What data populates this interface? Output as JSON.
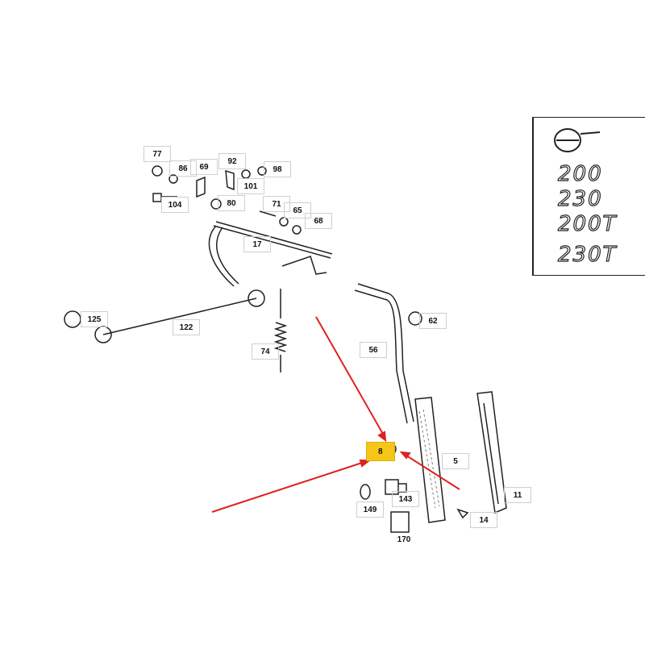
{
  "parts": [
    {
      "id": "77",
      "label": "77"
    },
    {
      "id": "86",
      "label": "86"
    },
    {
      "id": "69",
      "label": "69"
    },
    {
      "id": "92",
      "label": "92"
    },
    {
      "id": "98",
      "label": "98"
    },
    {
      "id": "101",
      "label": "101"
    },
    {
      "id": "104",
      "label": "104"
    },
    {
      "id": "80",
      "label": "80"
    },
    {
      "id": "71",
      "label": "71"
    },
    {
      "id": "65",
      "label": "65"
    },
    {
      "id": "68",
      "label": "68"
    },
    {
      "id": "17",
      "label": "17"
    },
    {
      "id": "125",
      "label": "125"
    },
    {
      "id": "122",
      "label": "122"
    },
    {
      "id": "74",
      "label": "74"
    },
    {
      "id": "56",
      "label": "56"
    },
    {
      "id": "62",
      "label": "62"
    },
    {
      "id": "8",
      "label": "8"
    },
    {
      "id": "5",
      "label": "5"
    },
    {
      "id": "11",
      "label": "11"
    },
    {
      "id": "149",
      "label": "149"
    },
    {
      "id": "143",
      "label": "143"
    },
    {
      "id": "14",
      "label": "14"
    },
    {
      "id": "170",
      "label": "170"
    }
  ],
  "badges": [
    "200",
    "230",
    "200T",
    "230T"
  ],
  "highlight_color": "#f5c518",
  "arrow_color": "#e02020"
}
